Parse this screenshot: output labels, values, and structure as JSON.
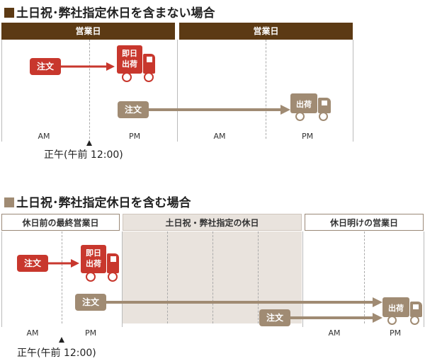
{
  "section1": {
    "title": "土日祝･弊社指定休日を含まない場合",
    "headers": [
      "営業日",
      "営業日"
    ],
    "ticks": [
      "AM",
      "PM",
      "AM",
      "PM"
    ],
    "order_label": "注文",
    "same_day_ship_line1": "即日",
    "same_day_ship_line2": "出荷",
    "ship_label": "出荷",
    "noon_label": "正午(午前 12:00)"
  },
  "section2": {
    "title": "土日祝･弊社指定休日を含む場合",
    "headers": [
      "休日前の最終営業日",
      "土日祝・弊社指定の休日",
      "休日明けの営業日"
    ],
    "ticks": [
      "AM",
      "PM",
      "AM",
      "PM"
    ],
    "order_label": "注文",
    "same_day_ship_line1": "即日",
    "same_day_ship_line2": "出荷",
    "ship_label": "出荷",
    "noon_label": "正午(午前 12:00)"
  },
  "colors": {
    "dark_brown": "#5c3a14",
    "red": "#c8372d",
    "light_brown": "#a08b73",
    "holiday_bg": "#e9e3dd"
  },
  "icons": [
    "truck-icon",
    "arrow-right-icon",
    "triangle-up-icon",
    "square-bullet-icon"
  ]
}
